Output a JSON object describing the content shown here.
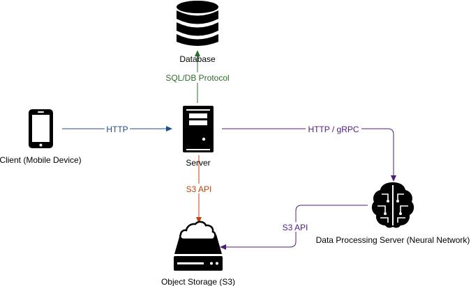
{
  "nodes": {
    "client": {
      "label": "Client (Mobile Device)",
      "icon": "smartphone-icon"
    },
    "server": {
      "label": "Server",
      "icon": "server-tower-icon"
    },
    "database": {
      "label": "Database",
      "icon": "database-icon"
    },
    "data_processing": {
      "label": "Data Processing Server (Neural Network)",
      "icon": "brain-circuit-icon"
    },
    "object_storage": {
      "label": "Object Storage (S3)",
      "icon": "cloud-storage-drive-icon"
    }
  },
  "edges": {
    "client_to_server": {
      "label": "HTTP",
      "color": "#1f4e8c"
    },
    "server_to_database": {
      "label": "SQL/DB Protocol",
      "color": "#2e6b2e"
    },
    "server_to_storage": {
      "label": "S3 API",
      "color": "#c0400e"
    },
    "server_to_processing": {
      "label": "HTTP / gRPC",
      "color": "#4b1d7d"
    },
    "processing_to_storage": {
      "label": "S3 API",
      "color": "#4b1d7d"
    }
  },
  "colors": {
    "icon": "#000000",
    "background": "#ffffff",
    "text": "#000000"
  }
}
